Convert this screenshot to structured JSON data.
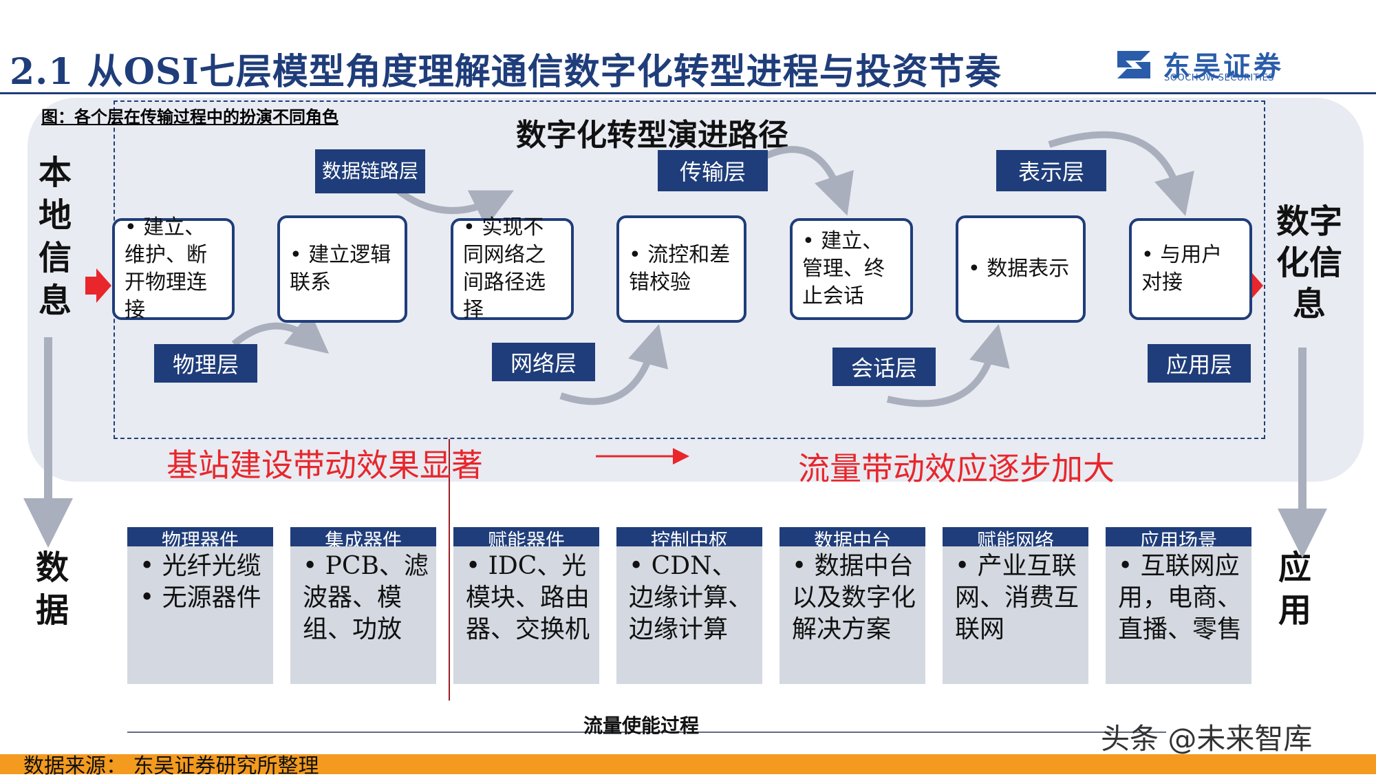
{
  "header": {
    "title": "2.1 从OSI七层模型角度理解通信数字化转型进程与投资节奏",
    "logo_cn": "东吴证券",
    "logo_en": "SOOCHOW SECURITIES",
    "logo_mark": "SCS"
  },
  "figure_caption": "图：各个层在传输过程中的扮演不同角色",
  "diagram": {
    "title": "数字化转型演进路径",
    "left_label": "本地信息",
    "right_label": "数字化信息",
    "bottom_left_label": "数据",
    "bottom_right_label": "应用",
    "red_left": "基站建设带动效果显著",
    "red_right": "流量带动效应逐步加大",
    "boxes": [
      {
        "bullet": "• 建立、维护、断开物理连接"
      },
      {
        "bullet": "• 建立逻辑联系"
      },
      {
        "bullet": "• 实现不同网络之间路径选择"
      },
      {
        "bullet": "• 流控和差错校验"
      },
      {
        "bullet": "• 建立、管理、终止会话"
      },
      {
        "bullet": "• 数据表示"
      },
      {
        "bullet": "• 与用户对接"
      }
    ],
    "layers": {
      "physical": "物理层",
      "datalink": "数据链路层",
      "network": "网络层",
      "transport": "传输层",
      "session": "会话层",
      "presentation": "表示层",
      "application": "应用层"
    },
    "cards": [
      {
        "header": "物理器件",
        "items": [
          "• 光纤光缆",
          "• 无源器件"
        ]
      },
      {
        "header": "集成器件",
        "items": [
          "• PCB、滤波器、模组、功放"
        ]
      },
      {
        "header": "赋能器件",
        "items": [
          "• IDC、光模块、路由器、交换机"
        ]
      },
      {
        "header": "控制中枢",
        "items": [
          "• CDN、边缘计算、边缘计算"
        ]
      },
      {
        "header": "数据中台",
        "items": [
          "• 数据中台以及数字化解决方案"
        ]
      },
      {
        "header": "赋能网络",
        "items": [
          "• 产业互联网、消费互联网"
        ]
      },
      {
        "header": "应用场景",
        "items": [
          "• 互联网应用，电商、直播、零售"
        ]
      }
    ],
    "footer_label": "流量使能过程"
  },
  "source": "数据来源：  东吴证券研究所整理",
  "watermark": "头条 @未来智库",
  "colors": {
    "navy": "#1f3d7a",
    "red": "#e8262c",
    "panel": "#e8ebf1",
    "card": "#d4d8e0",
    "orange": "#f39a1f",
    "arrow_gray": "#a9afbd"
  }
}
